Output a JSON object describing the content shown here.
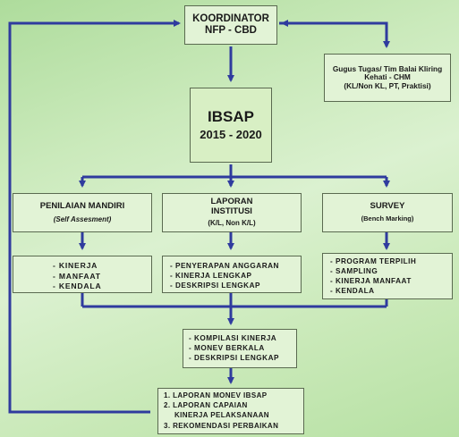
{
  "nodes": {
    "koordinator": {
      "line1": "KOORDINATOR",
      "line2": "NFP - CBD"
    },
    "gugus": {
      "line1": "Gugus Tugas/ Tim Balai Kliring",
      "line2": "Kehati - CHM",
      "line3": "(KL/Non KL, PT, Praktisi)"
    },
    "ibsap": {
      "line1": "IBSAP",
      "line2": "2015 - 2020"
    },
    "penilaian": {
      "line1": "PENILAIAN MANDIRI",
      "line2": "(Self Assesment)"
    },
    "laporan": {
      "line1": "LAPORAN",
      "line2": "INSTITUSI",
      "line3": "(K/L, Non K/L)"
    },
    "survey": {
      "line1": "SURVEY",
      "line2": "(Bench Marking)"
    },
    "penilaian_items": [
      "- KINERJA",
      "- MANFAAT",
      "- KENDALA"
    ],
    "laporan_items": [
      "- PENYERAPAN ANGGARAN",
      "- KINERJA LENGKAP",
      "- DESKRIPSI LENGKAP"
    ],
    "survey_items": [
      "- PROGRAM TERPILIH",
      "- SAMPLING",
      "- KINERJA MANFAAT",
      "- KENDALA"
    ],
    "kompilasi_items": [
      "- KOMPILASI KINERJA",
      "- MONEV BERKALA",
      "- DESKRIPSI LENGKAP"
    ],
    "final_items": [
      "1. LAPORAN MONEV IBSAP",
      "2. LAPORAN CAPAIAN",
      "KINERJA PELAKSANAAN",
      "3. REKOMENDASI PERBAIKAN"
    ]
  },
  "colors": {
    "arrow": "#2f3b9e",
    "box_border": "#5a6a50",
    "box_fill": "#e2f3d6",
    "ibsap_fill": "#d8efc4"
  }
}
